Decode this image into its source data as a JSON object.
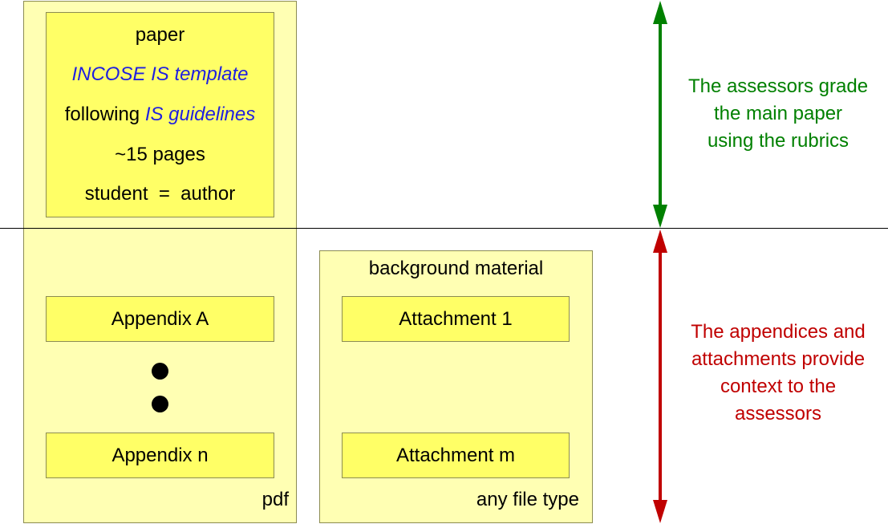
{
  "paper_box": {
    "lines": {
      "title": "paper",
      "template": "INCOSE IS template",
      "following_prefix": "following ",
      "guidelines": "IS guidelines",
      "pages": "~15 pages",
      "author": "student  =  author"
    }
  },
  "left_panel": {
    "appendix_first": "Appendix A",
    "appendix_last": "Appendix n",
    "file_type": "pdf"
  },
  "right_panel": {
    "title": "background material",
    "attachment_first": "Attachment 1",
    "attachment_last": "Attachment m",
    "file_type": "any file type"
  },
  "notes": {
    "top": [
      "The assessors grade",
      "the main paper",
      "using the rubrics"
    ],
    "bottom": [
      "The appendices and",
      "attachments provide",
      "context to the",
      "assessors"
    ]
  },
  "colors": {
    "top_note": "#008000",
    "bottom_note": "#c00000",
    "link_text": "#1f1fe0"
  }
}
